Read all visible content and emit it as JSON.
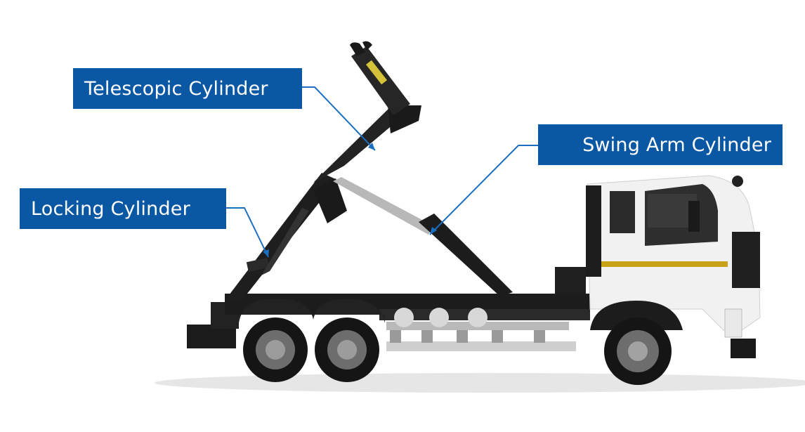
{
  "labels": {
    "telescopic": "Telescopic Cylinder",
    "swing_arm": "Swing Arm Cylinder",
    "locking": "Locking Cylinder"
  },
  "colors": {
    "label_bg": "#0a57a4",
    "label_text": "#ffffff",
    "leader_line": "#1a6fc0",
    "cab": "#f2f2f2",
    "chassis": "#1c1c1c",
    "stripe": "#c9a21a"
  },
  "icons": [
    "hook-lift-truck-illustration"
  ]
}
